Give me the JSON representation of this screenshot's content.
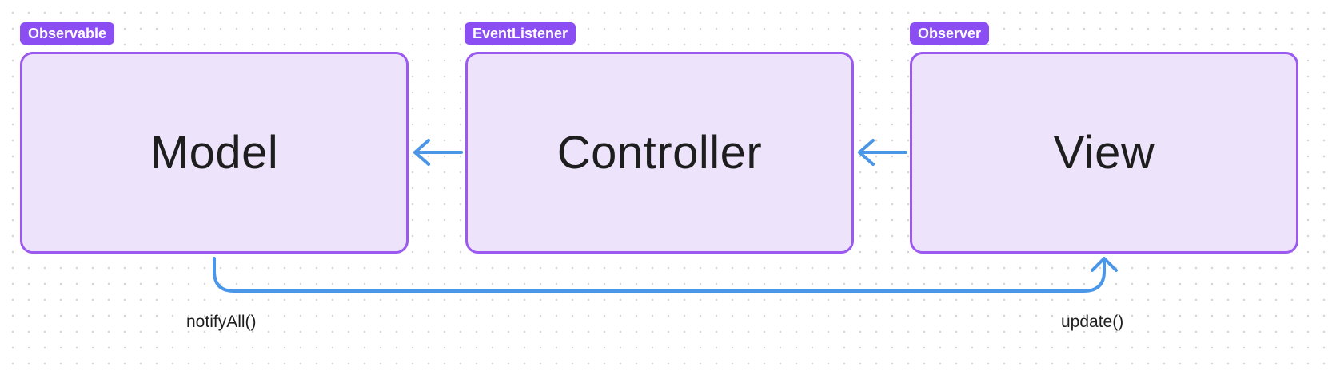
{
  "nodes": {
    "model": {
      "label": "Model",
      "tag": "Observable"
    },
    "controller": {
      "label": "Controller",
      "tag": "EventListener"
    },
    "view": {
      "label": "View",
      "tag": "Observer"
    }
  },
  "edges": {
    "notify": {
      "label": "notifyAll()"
    },
    "update": {
      "label": "update()"
    }
  },
  "colors": {
    "tag_background": "#8b4ef2",
    "box_fill": "#ede3fb",
    "box_border": "#9b59f0",
    "arrow": "#4a96e8",
    "text": "#1e1e1e"
  }
}
